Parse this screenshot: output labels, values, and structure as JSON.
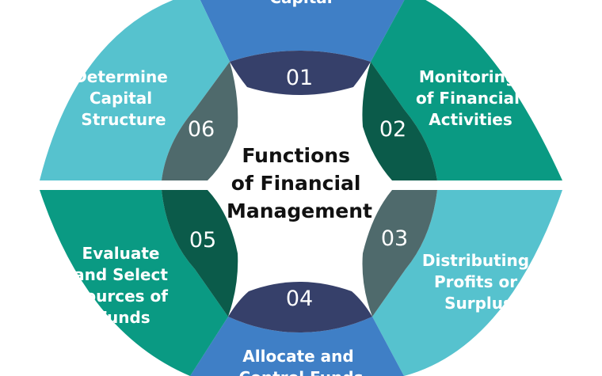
{
  "diagram": {
    "center_title": [
      "Functions",
      "of Financial",
      "Management"
    ],
    "segments": [
      {
        "number": "01",
        "label": [
          "Capital"
        ]
      },
      {
        "number": "02",
        "label": [
          "Monitoring",
          "of Financial",
          "Activities"
        ]
      },
      {
        "number": "03",
        "label": [
          "Distributing",
          "Profits or",
          "Surplus"
        ]
      },
      {
        "number": "04",
        "label": [
          "Allocate and",
          "Control Funds"
        ]
      },
      {
        "number": "05",
        "label": [
          "Evaluate",
          "and Select",
          "Sources of",
          "Funds"
        ]
      },
      {
        "number": "06",
        "label": [
          "Determine",
          "Capital",
          "Structure"
        ]
      }
    ]
  },
  "colors": {
    "blue": "#3f7fc6",
    "navy": "#36406a",
    "teal": "#0a9a83",
    "dark_green": "#0b5b4a",
    "light_teal": "#56c2ce",
    "slate": "#4f6a6c"
  }
}
